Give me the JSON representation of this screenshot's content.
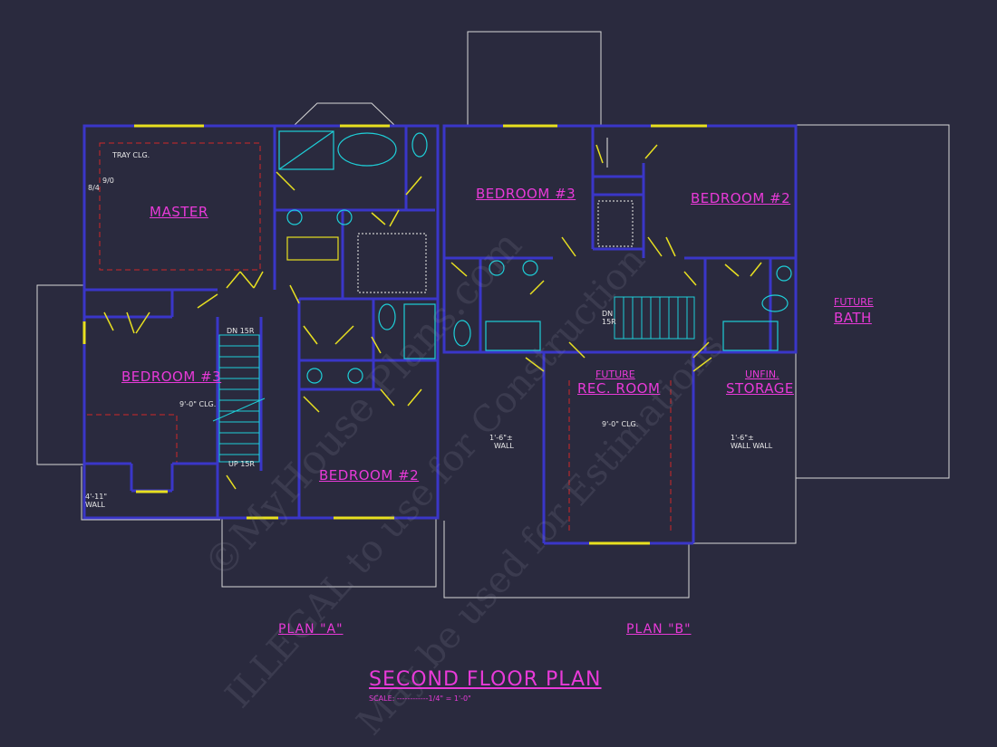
{
  "plan_a": {
    "label": "PLAN \"A\"",
    "rooms": {
      "master": "MASTER",
      "bedroom3": "BEDROOM #3",
      "bedroom2": "BEDROOM #2"
    },
    "notes": {
      "tray": "TRAY CLG.",
      "dim1": "9/0",
      "dim2": "8/4",
      "clg": "9'-0\" CLG.",
      "dn": "DN  15R",
      "up": "UP  15R",
      "wall1": "4'-11\"",
      "wall2": "WALL"
    }
  },
  "plan_b": {
    "label": "PLAN \"B\"",
    "rooms": {
      "bedroom3": "BEDROOM #3",
      "bedroom2": "BEDROOM #2",
      "future_bath_1": "FUTURE",
      "future_bath_2": "BATH",
      "future_rec_1": "FUTURE",
      "future_rec_2": "REC. ROOM",
      "unfin_1": "UNFIN.",
      "unfin_2": "STORAGE"
    },
    "notes": {
      "dn1": "DN",
      "dn2": "15R",
      "clg": "9'-0\" CLG.",
      "wall_l1": "1'-6\"±",
      "wall_l2": "WALL",
      "wall_r1": "1'-6\"±",
      "wall_r2": "WALL WALL"
    }
  },
  "title": "SECOND FLOOR PLAN",
  "scale": "SCALE: ------------1/4\" = 1'-0\"",
  "watermark": {
    "line1": "©MyHouse Plans.com",
    "line2": "ILLEGAL to use for Construction",
    "line3": "May be used for Estimations"
  },
  "colors": {
    "background": "#2a2a3e",
    "wall": "#3a36c8",
    "fixture": "#1ecfd8",
    "door": "#e8e020",
    "label": "#e83ad8",
    "dashed": "#d02828",
    "outline": "#d8d8d8"
  }
}
